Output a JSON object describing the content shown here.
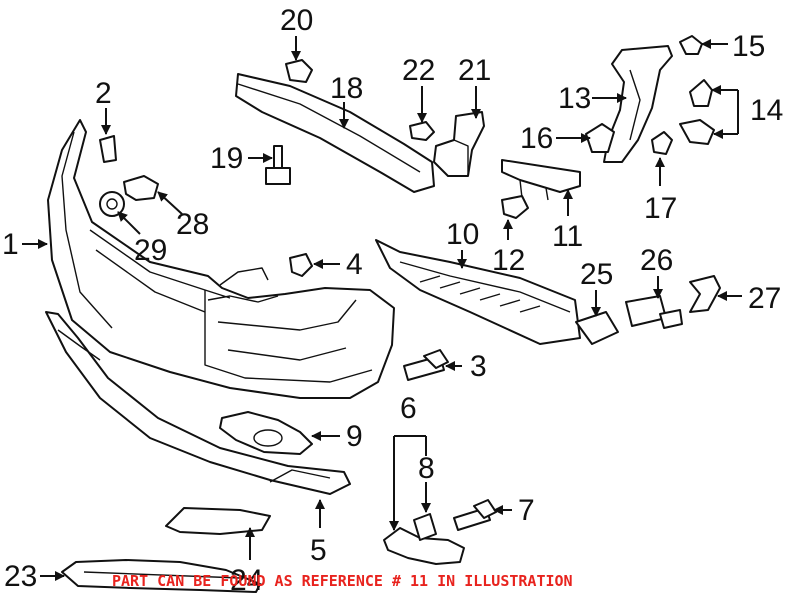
{
  "callouts": [
    "1",
    "2",
    "3",
    "4",
    "5",
    "6",
    "7",
    "8",
    "9",
    "10",
    "11",
    "12",
    "13",
    "14",
    "15",
    "16",
    "17",
    "18",
    "19",
    "20",
    "21",
    "22",
    "23",
    "24",
    "25",
    "26",
    "27",
    "28",
    "29"
  ],
  "caption": "PART CAN BE FOUND AS REFERENCE # 11 IN ILLUSTRATION",
  "colors": {
    "caption": "#e8231e",
    "lines": "#111111",
    "background": "#ffffff"
  }
}
